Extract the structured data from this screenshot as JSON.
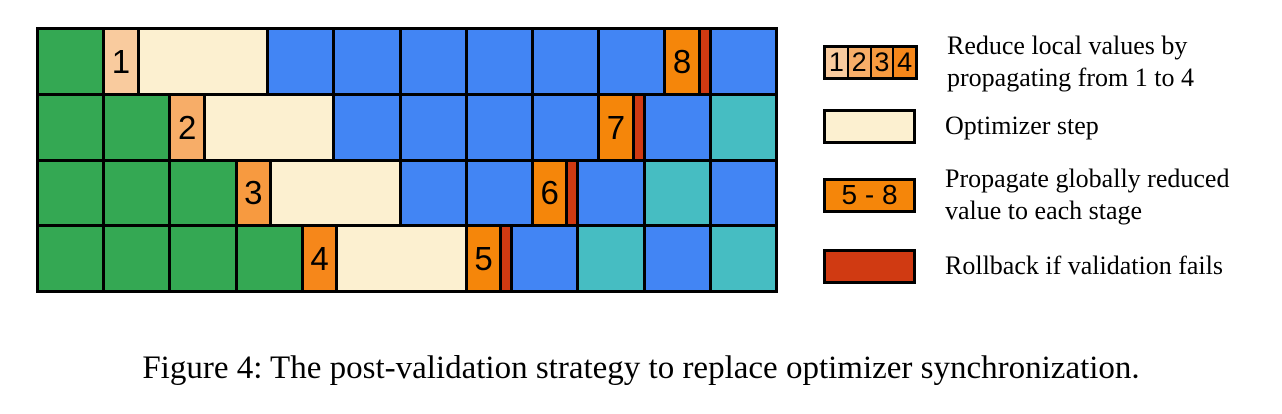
{
  "figure": {
    "caption": "Figure 4: The post-validation strategy to replace optimizer synchronization."
  },
  "colors": {
    "green": "#34A853",
    "blue": "#4285F4",
    "teal": "#46BDC2",
    "cream": "#FCF0D0",
    "reduce1": "#F9CB9E",
    "reduce2": "#F7AD68",
    "reduce3": "#F79A40",
    "reduce4": "#F6871A",
    "propagate": "#F5860A",
    "rollback": "#D03A12",
    "border": "#000000"
  },
  "diagram": {
    "rows": [
      {
        "blocks": [
          {
            "color": "green",
            "units": 1
          },
          {
            "color": "reduce1",
            "units": 0.5,
            "label": "1"
          },
          {
            "color": "cream",
            "units": 2
          },
          {
            "color": "blue",
            "units": 1
          },
          {
            "color": "blue",
            "units": 1
          },
          {
            "color": "blue",
            "units": 1
          },
          {
            "color": "blue",
            "units": 1
          },
          {
            "color": "blue",
            "units": 1
          },
          {
            "color": "blue",
            "units": 1
          },
          {
            "color": "propagate",
            "units": 0.5,
            "label": "8"
          },
          {
            "color": "rollback",
            "units": 0
          },
          {
            "color": "blue",
            "units": 1
          }
        ]
      },
      {
        "blocks": [
          {
            "color": "green",
            "units": 1
          },
          {
            "color": "green",
            "units": 1
          },
          {
            "color": "reduce2",
            "units": 0.5,
            "label": "2"
          },
          {
            "color": "cream",
            "units": 2
          },
          {
            "color": "blue",
            "units": 1
          },
          {
            "color": "blue",
            "units": 1
          },
          {
            "color": "blue",
            "units": 1
          },
          {
            "color": "blue",
            "units": 1
          },
          {
            "color": "propagate",
            "units": 0.5,
            "label": "7"
          },
          {
            "color": "rollback",
            "units": 0
          },
          {
            "color": "blue",
            "units": 1
          },
          {
            "color": "teal",
            "units": 1
          }
        ]
      },
      {
        "blocks": [
          {
            "color": "green",
            "units": 1
          },
          {
            "color": "green",
            "units": 1
          },
          {
            "color": "green",
            "units": 1
          },
          {
            "color": "reduce3",
            "units": 0.5,
            "label": "3"
          },
          {
            "color": "cream",
            "units": 2
          },
          {
            "color": "blue",
            "units": 1
          },
          {
            "color": "blue",
            "units": 1
          },
          {
            "color": "propagate",
            "units": 0.5,
            "label": "6"
          },
          {
            "color": "rollback",
            "units": 0
          },
          {
            "color": "blue",
            "units": 1
          },
          {
            "color": "teal",
            "units": 1
          },
          {
            "color": "blue",
            "units": 1
          }
        ]
      },
      {
        "blocks": [
          {
            "color": "green",
            "units": 1
          },
          {
            "color": "green",
            "units": 1
          },
          {
            "color": "green",
            "units": 1
          },
          {
            "color": "green",
            "units": 1
          },
          {
            "color": "reduce4",
            "units": 0.5,
            "label": "4"
          },
          {
            "color": "cream",
            "units": 2
          },
          {
            "color": "propagate",
            "units": 0.5,
            "label": "5"
          },
          {
            "color": "rollback",
            "units": 0
          },
          {
            "color": "blue",
            "units": 1
          },
          {
            "color": "teal",
            "units": 1
          },
          {
            "color": "blue",
            "units": 1
          },
          {
            "color": "teal",
            "units": 1
          }
        ]
      }
    ]
  },
  "legend": {
    "items": [
      {
        "cells": [
          "1",
          "2",
          "3",
          "4"
        ],
        "cell_colors": [
          "reduce1",
          "reduce2",
          "reduce3",
          "reduce4"
        ],
        "text": "Reduce local values by propagating from 1 to 4"
      },
      {
        "swatch": "cream",
        "text": "Optimizer step"
      },
      {
        "swatch": "propagate",
        "swatch_label": "5 - 8",
        "text": "Propagate globally reduced value to each stage"
      },
      {
        "swatch": "rollback",
        "text": "Rollback if validation fails"
      }
    ]
  }
}
